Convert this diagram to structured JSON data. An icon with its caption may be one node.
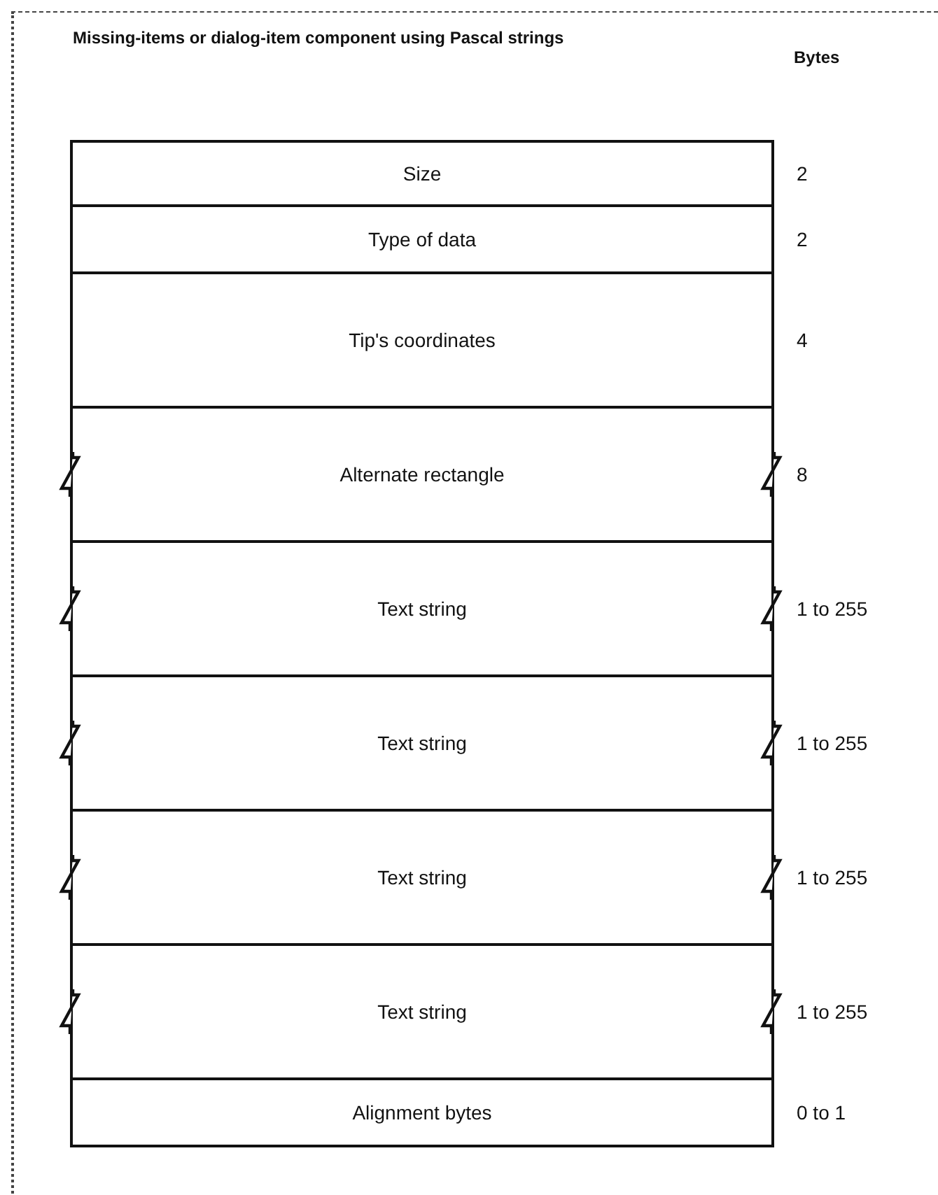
{
  "diagram": {
    "title": "Missing-items or dialog-item component using Pascal strings",
    "nodes": [
      {
        "text": [
          "Size"
        ],
        "beside": [
          "2"
        ]
      },
      {
        "text": [
          "Type of data"
        ],
        "beside": [
          "2"
        ]
      },
      {
        "text": [
          "Tip's coordinates"
        ],
        "beside": [
          "4"
        ]
      },
      {
        "text": [
          "Alternate rectangle"
        ],
        "beside": [
          "8"
        ]
      },
      {
        "text": [
          "Text string"
        ],
        "beside": [
          "1 to 255"
        ]
      },
      {
        "text": [
          "Text string"
        ],
        "beside": [
          "1 to 255"
        ]
      },
      {
        "text": [
          "Text string"
        ],
        "beside": [
          "1 to 255"
        ]
      },
      {
        "text": [
          "Text string"
        ],
        "beside": [
          "1 to 255"
        ]
      },
      {
        "text": [
          "Alignment bytes"
        ],
        "beside": [
          "0 to 1"
        ]
      }
    ],
    "labels": [
      "Bytes"
    ]
  }
}
